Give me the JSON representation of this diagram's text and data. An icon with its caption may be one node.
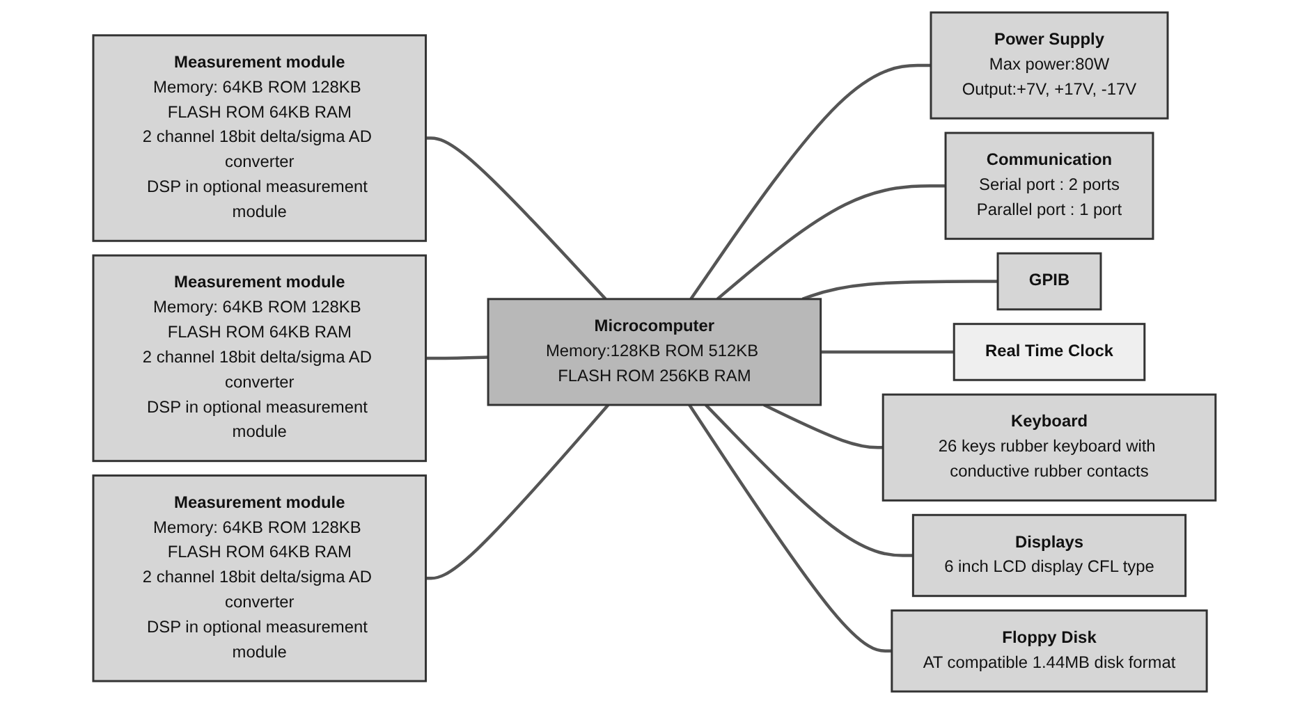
{
  "diagram": {
    "nodes": [
      {
        "text": [
          "Measurement module",
          "Memory: 64KB ROM 128KB FLASH ROM 64KB RAM",
          "2 channel 18bit delta/sigma AD converter",
          "DSP in optional measurement module"
        ]
      },
      {
        "text": [
          "Measurement module",
          "Memory: 64KB ROM 128KB FLASH ROM 64KB RAM",
          "2 channel 18bit delta/sigma AD converter",
          "DSP in optional measurement module"
        ]
      },
      {
        "text": [
          "Measurement module",
          "Memory: 64KB ROM 128KB FLASH ROM 64KB RAM",
          "2 channel 18bit delta/sigma AD converter",
          "DSP in optional measurement module"
        ]
      },
      {
        "text": [
          "Power Supply",
          "Max power:80W",
          "Output:+7V, +17V, -17V"
        ]
      },
      {
        "text": [
          "Communication",
          "Serial port : 2 ports",
          "Parallel port : 1 port"
        ]
      },
      {
        "text": [
          "GPIB"
        ]
      },
      {
        "text": [
          "Microcomputer",
          "Memory:128KB ROM 512KB FLASH ROM 256KB RAM"
        ]
      },
      {
        "text": [
          "Real Time Clock"
        ]
      },
      {
        "text": [
          "Keyboard",
          "26 keys rubber keyboard with conductive rubber contacts"
        ]
      },
      {
        "text": [
          "Displays",
          "6 inch LCD display CFL type"
        ]
      },
      {
        "text": [
          "Floppy Disk",
          "AT compatible 1.44MB disk format"
        ]
      }
    ],
    "edges": [
      {
        "from": 0,
        "to": 6,
        "arrow": "none"
      },
      {
        "from": 1,
        "to": 6,
        "arrow": "none"
      },
      {
        "from": 2,
        "to": 6,
        "arrow": "none"
      },
      {
        "from": 6,
        "to": 3,
        "arrow": "none"
      },
      {
        "from": 6,
        "to": 4,
        "arrow": "none"
      },
      {
        "from": 6,
        "to": 5,
        "arrow": "none"
      },
      {
        "from": 6,
        "to": 7,
        "arrow": "none"
      },
      {
        "from": 6,
        "to": 8,
        "arrow": "none"
      },
      {
        "from": 6,
        "to": 9,
        "arrow": "none"
      },
      {
        "from": 6,
        "to": 10,
        "arrow": "none"
      }
    ]
  }
}
